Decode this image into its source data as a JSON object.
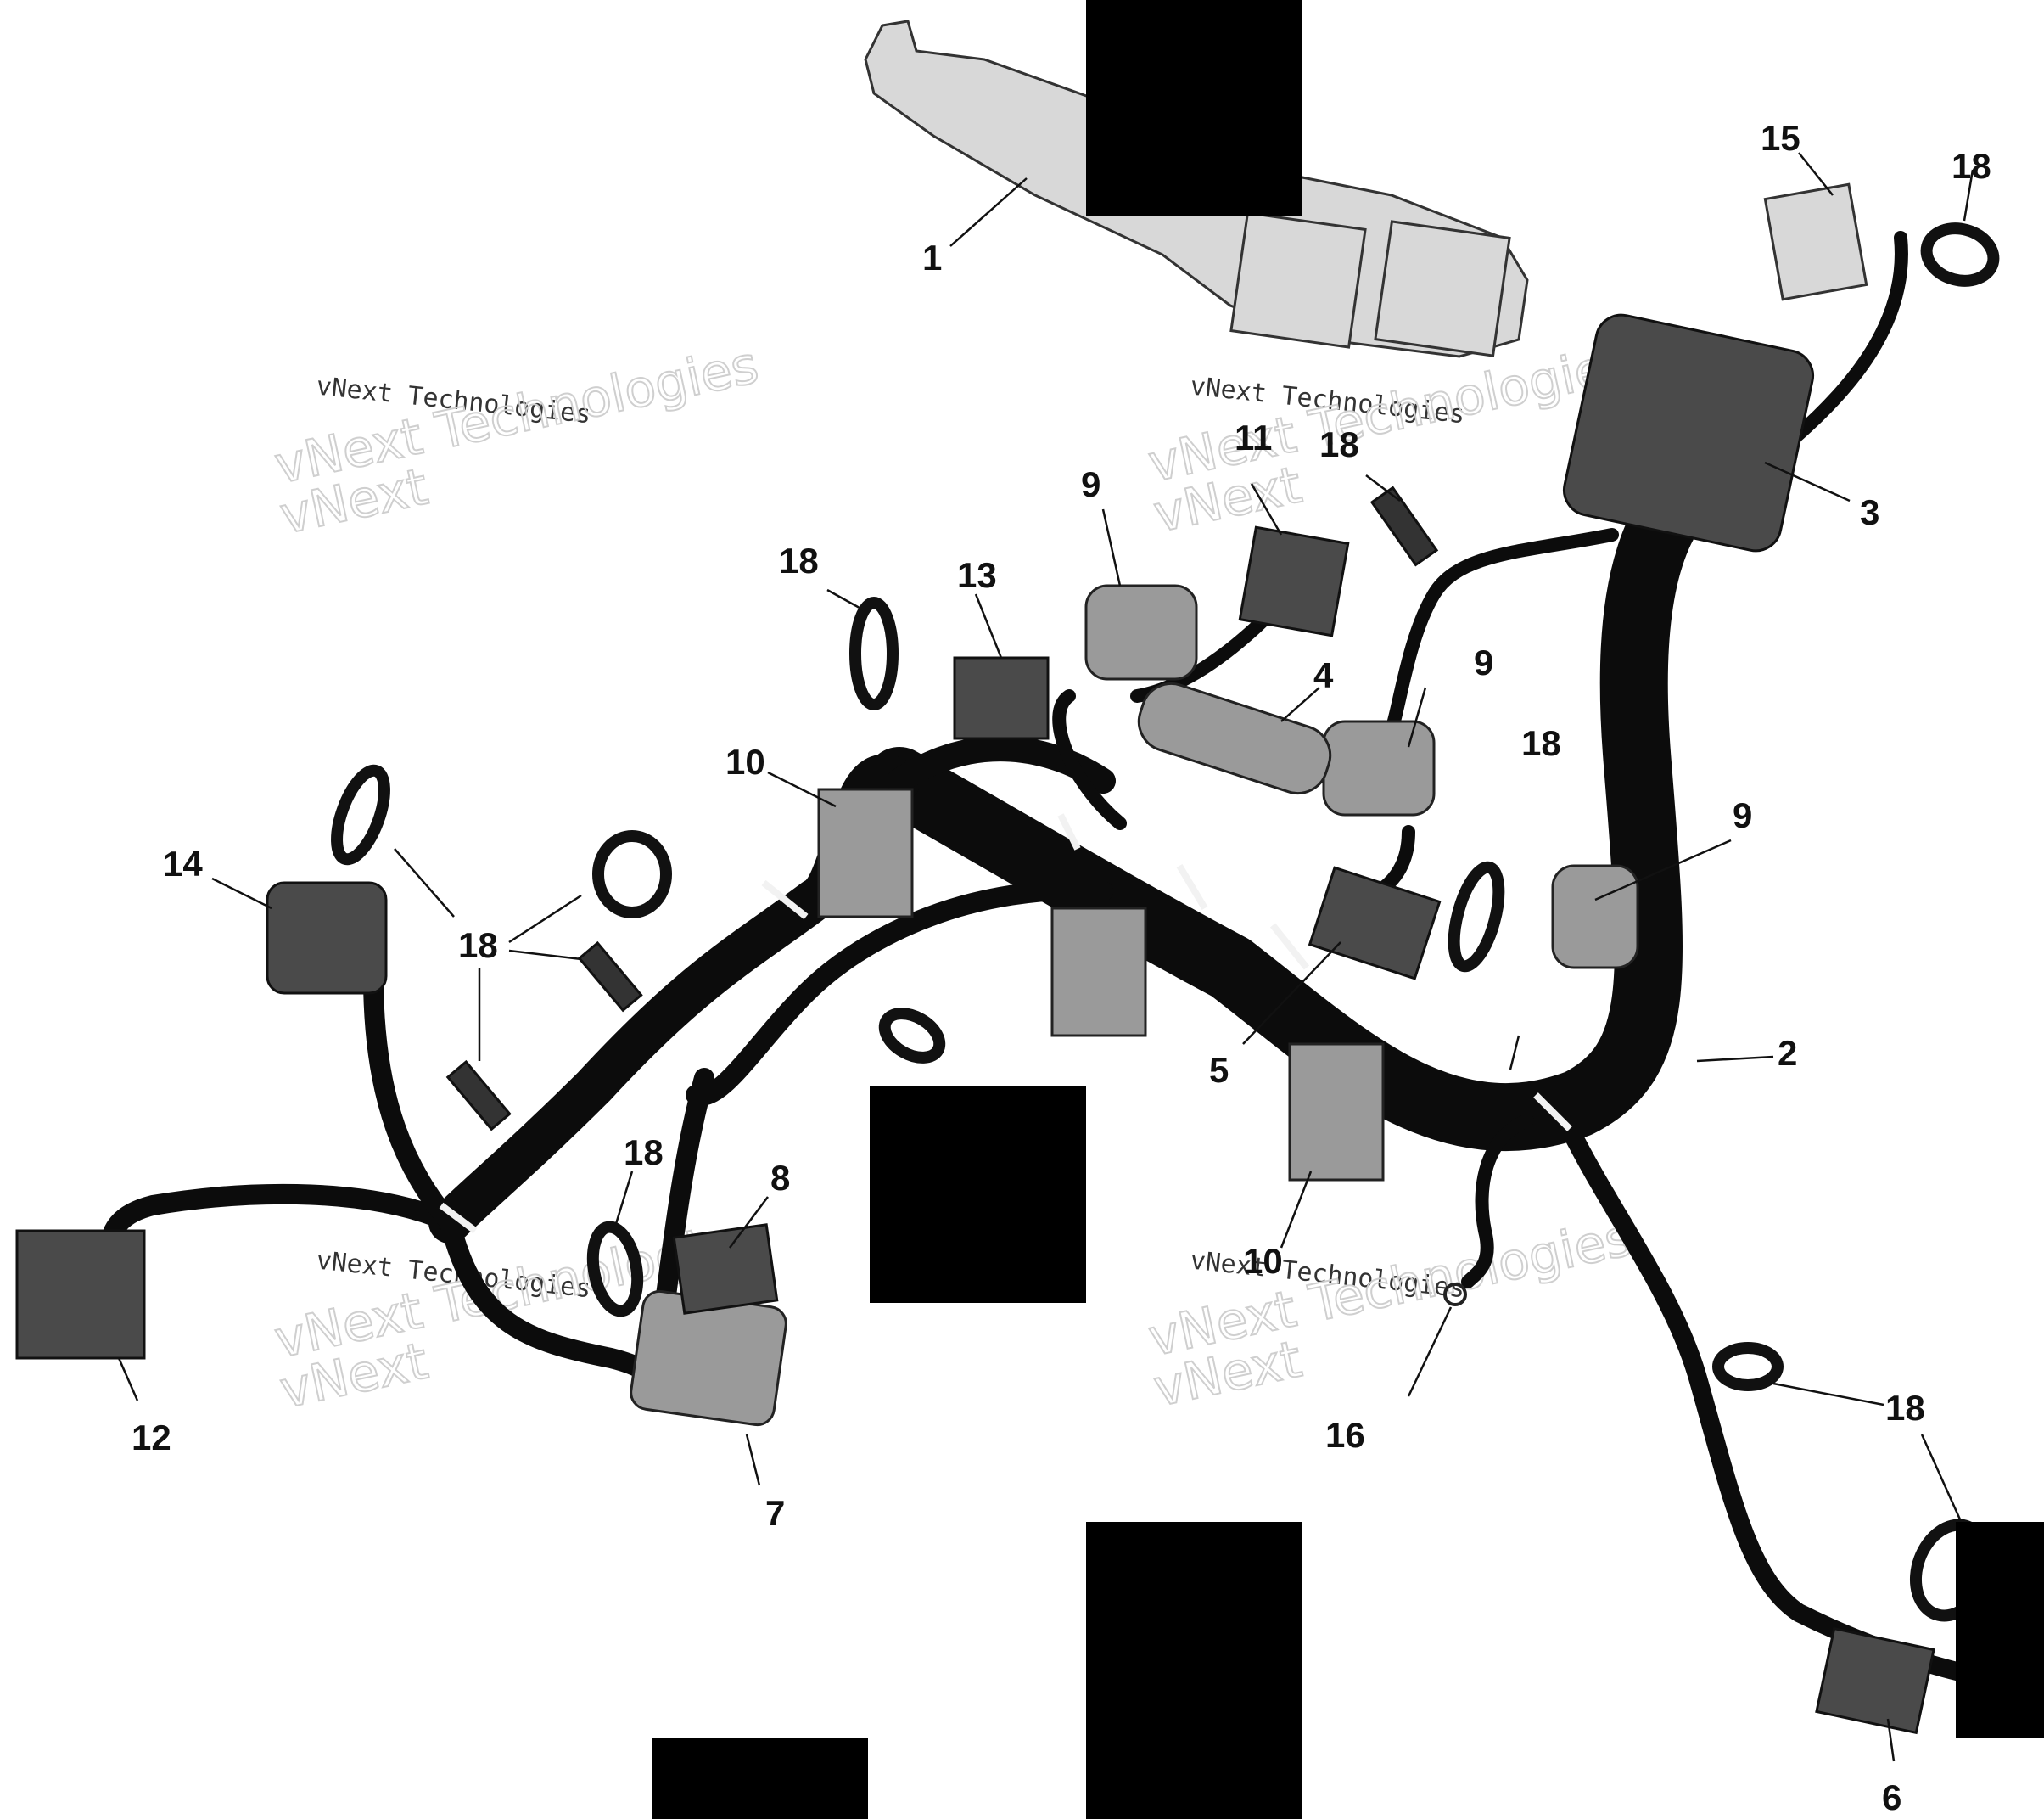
{
  "watermarks": [
    {
      "line1": "vNext Technologies",
      "line2": "vNext Technologies"
    },
    {
      "line1": "vNext Technologies",
      "line2": "vNext Technologies"
    },
    {
      "line1": "vNext Technologies",
      "line2": "vNext Technologies"
    },
    {
      "line1": "vNext Technologies",
      "line2": "vNext Technologies"
    }
  ],
  "callouts": {
    "c1": "1",
    "c2": "2",
    "c3": "3",
    "c4": "4",
    "c5": "5",
    "c6": "6",
    "c7": "7",
    "c8": "8",
    "c9a": "9",
    "c9b": "9",
    "c9c": "9",
    "c10a": "10",
    "c10b": "10",
    "c11": "11",
    "c12": "12",
    "c13": "13",
    "c14": "14",
    "c15": "15",
    "c16": "16",
    "c18a": "18",
    "c18b": "18",
    "c18c": "18",
    "c18d": "18",
    "c18e": "18",
    "c18f": "18",
    "c18g": "18"
  },
  "colors": {
    "harness": "#0c0c0c",
    "connector": "#9a9a9a",
    "redaction": "#000000"
  }
}
